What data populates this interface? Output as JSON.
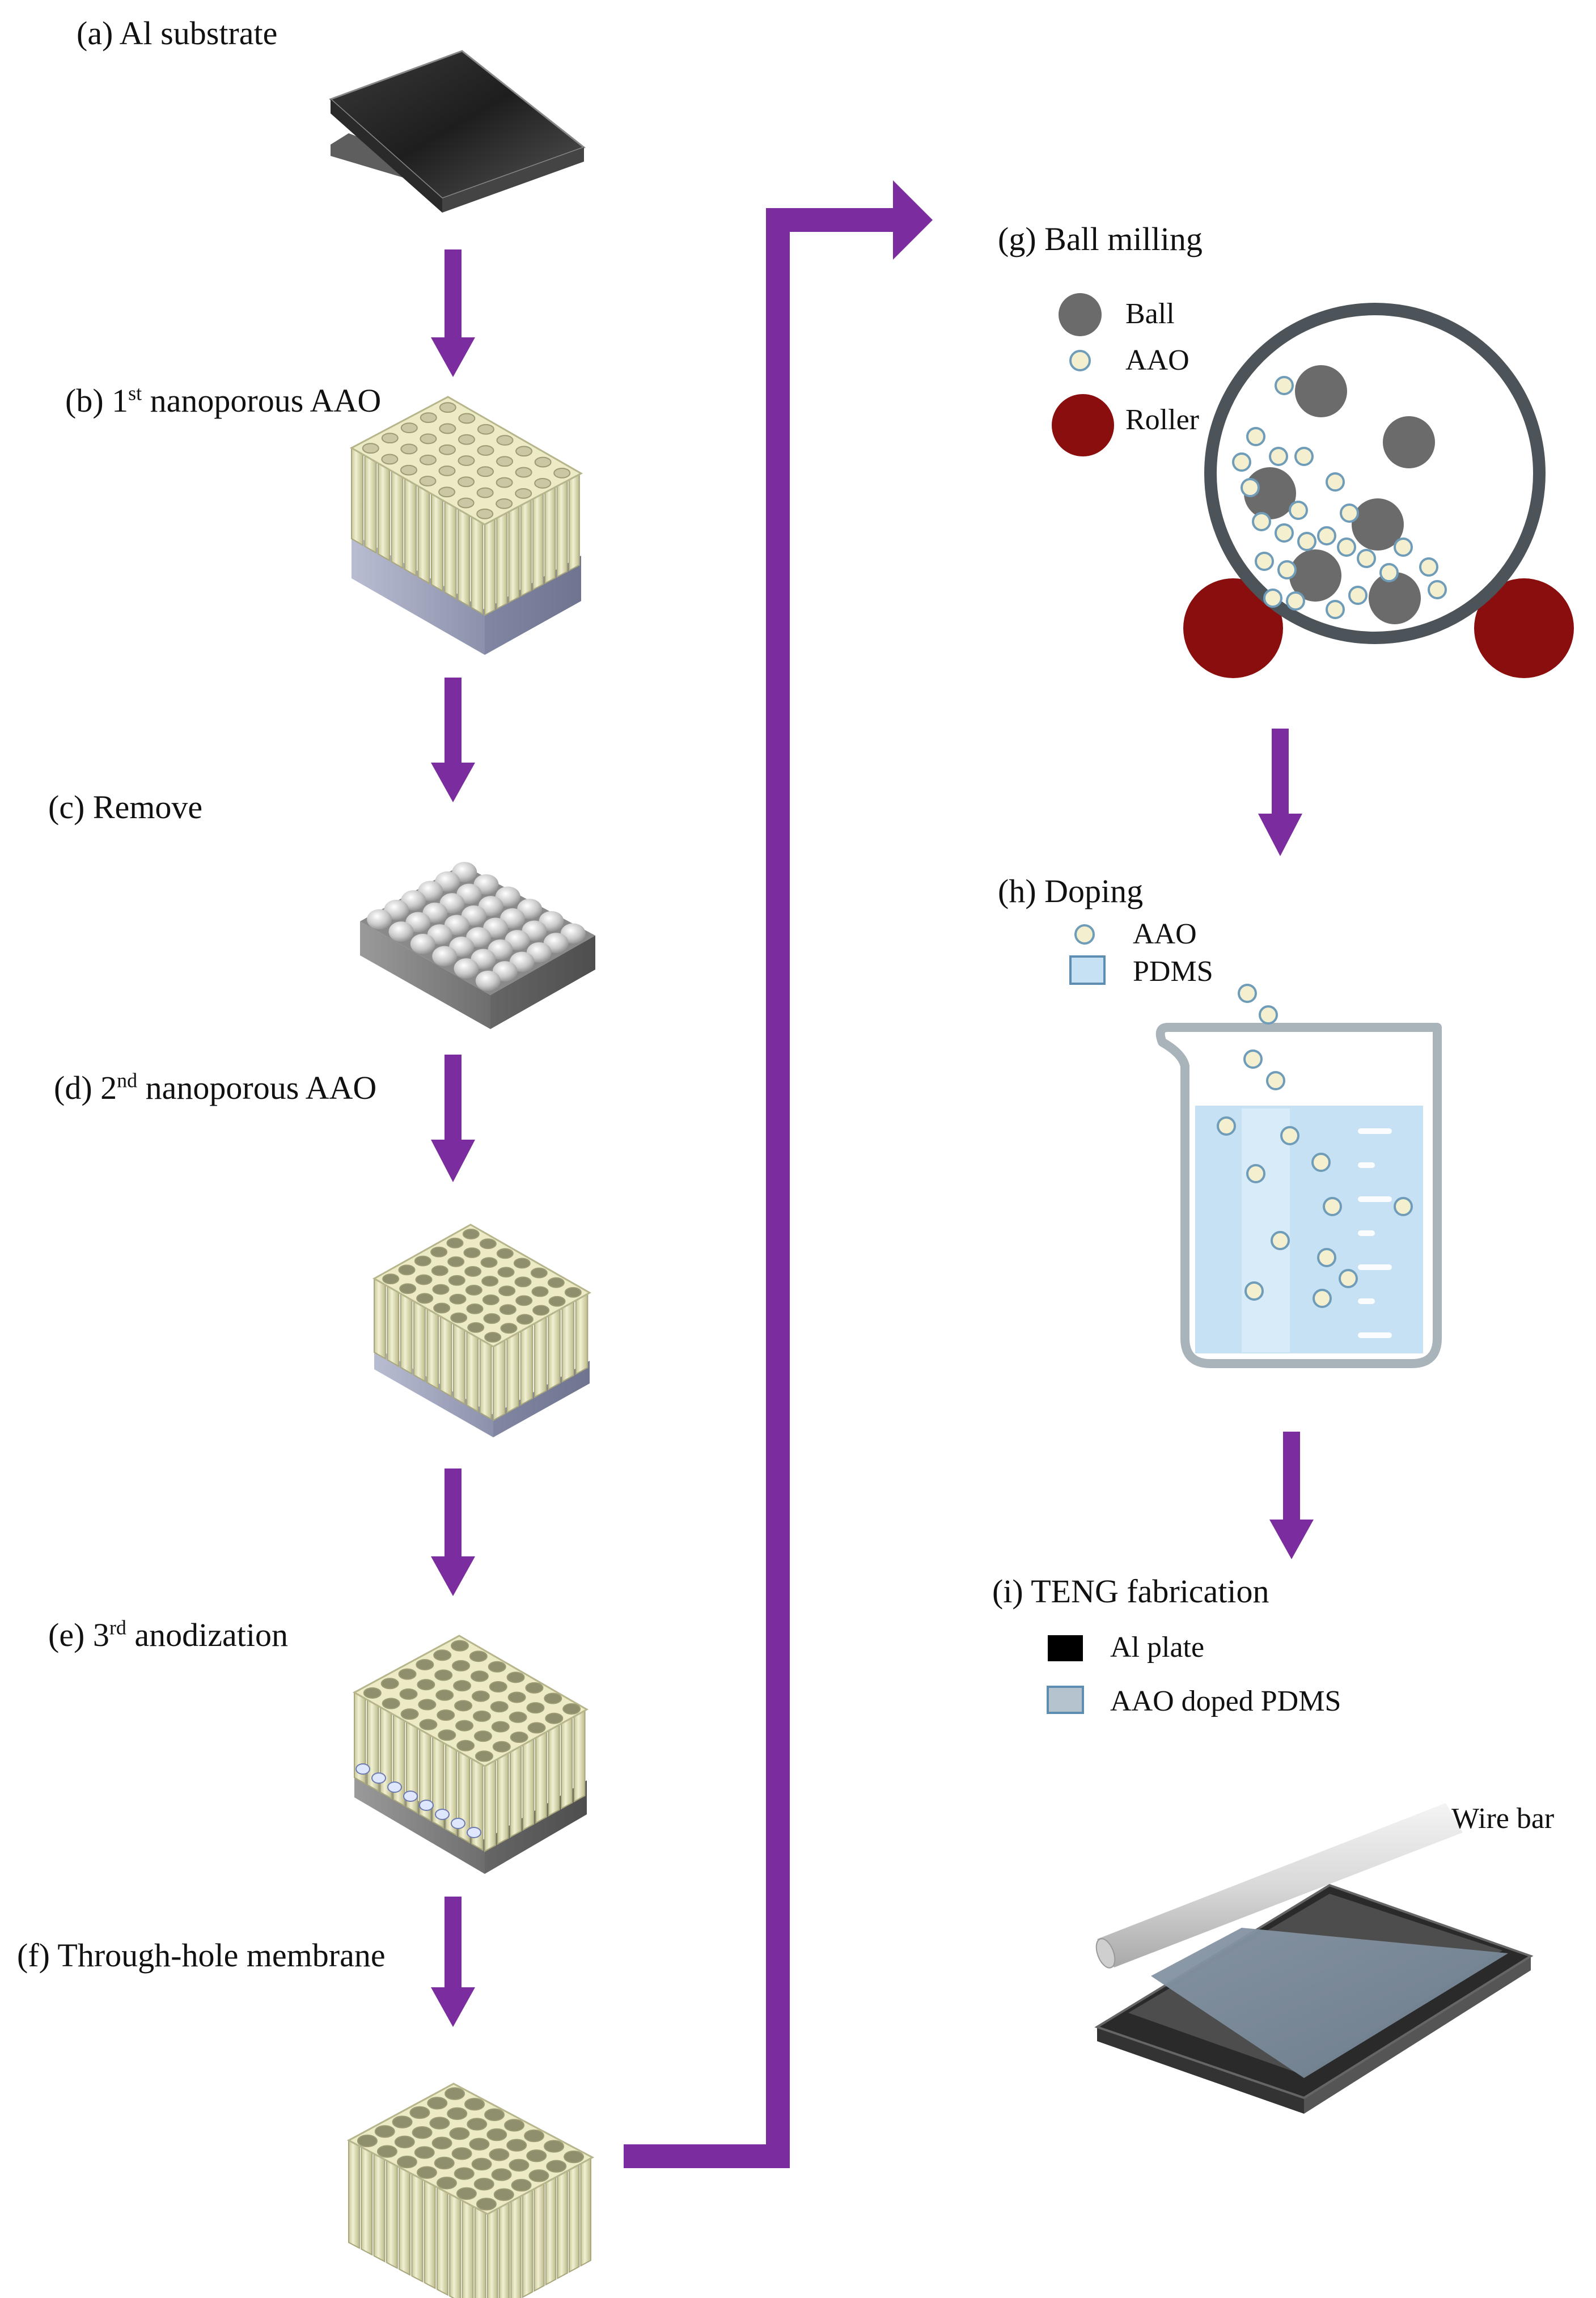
{
  "colors": {
    "arrow": "#7b2c9e",
    "ball": "#6b6b6b",
    "aao_particle": "#f3efcf",
    "roller": "#8b0e0e",
    "pdms": "#c7e1f4",
    "al_plate": "#000000",
    "aao_doped_pdms": "#b4c3cd",
    "aao_membrane": "#ecebc6",
    "al_base": "#8f95ae"
  },
  "steps": {
    "a": {
      "prefix": "(a) Al substrate",
      "sup": "",
      "suffix": ""
    },
    "b": {
      "prefix": "(b) 1",
      "sup": "st",
      "suffix": " nanoporous AAO"
    },
    "c": {
      "prefix": "(c) Remove",
      "sup": "",
      "suffix": ""
    },
    "d": {
      "prefix": "(d) 2",
      "sup": "nd",
      "suffix": " nanoporous AAO"
    },
    "e": {
      "prefix": "(e) 3",
      "sup": "rd",
      "suffix": " anodization"
    },
    "f": {
      "prefix": "(f) Through-hole membrane",
      "sup": "",
      "suffix": ""
    },
    "g": {
      "prefix": "(g) Ball milling",
      "sup": "",
      "suffix": ""
    },
    "h": {
      "prefix": "(h) Doping",
      "sup": "",
      "suffix": ""
    },
    "i": {
      "prefix": "(i) TENG fabrication",
      "sup": "",
      "suffix": ""
    }
  },
  "legends": {
    "g": {
      "ball": "Ball",
      "aao": "AAO",
      "roller": "Roller"
    },
    "h": {
      "aao": "AAO",
      "pdms": "PDMS"
    },
    "i": {
      "al_plate": "Al plate",
      "aao_doped_pdms": "AAO doped PDMS"
    }
  },
  "wire_bar_label": "Wire bar"
}
